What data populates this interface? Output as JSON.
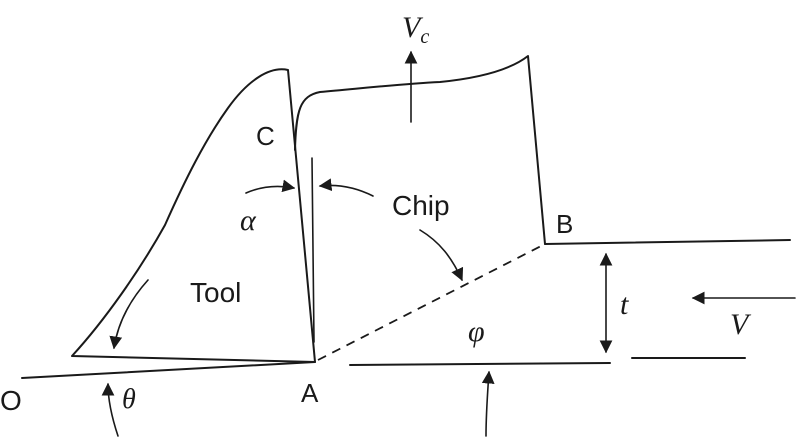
{
  "labels": {
    "velocity_chip": "V",
    "velocity_chip_sub": "c",
    "point_c": "C",
    "rake_angle": "α",
    "chip": "Chip",
    "point_b": "B",
    "tool": "Tool",
    "thickness": "t",
    "velocity": "V",
    "shear_angle": "φ",
    "origin": "O",
    "clearance_angle": "θ",
    "point_a": "A"
  },
  "colors": {
    "ink": "#1a1a1a",
    "background": "#ffffff"
  }
}
